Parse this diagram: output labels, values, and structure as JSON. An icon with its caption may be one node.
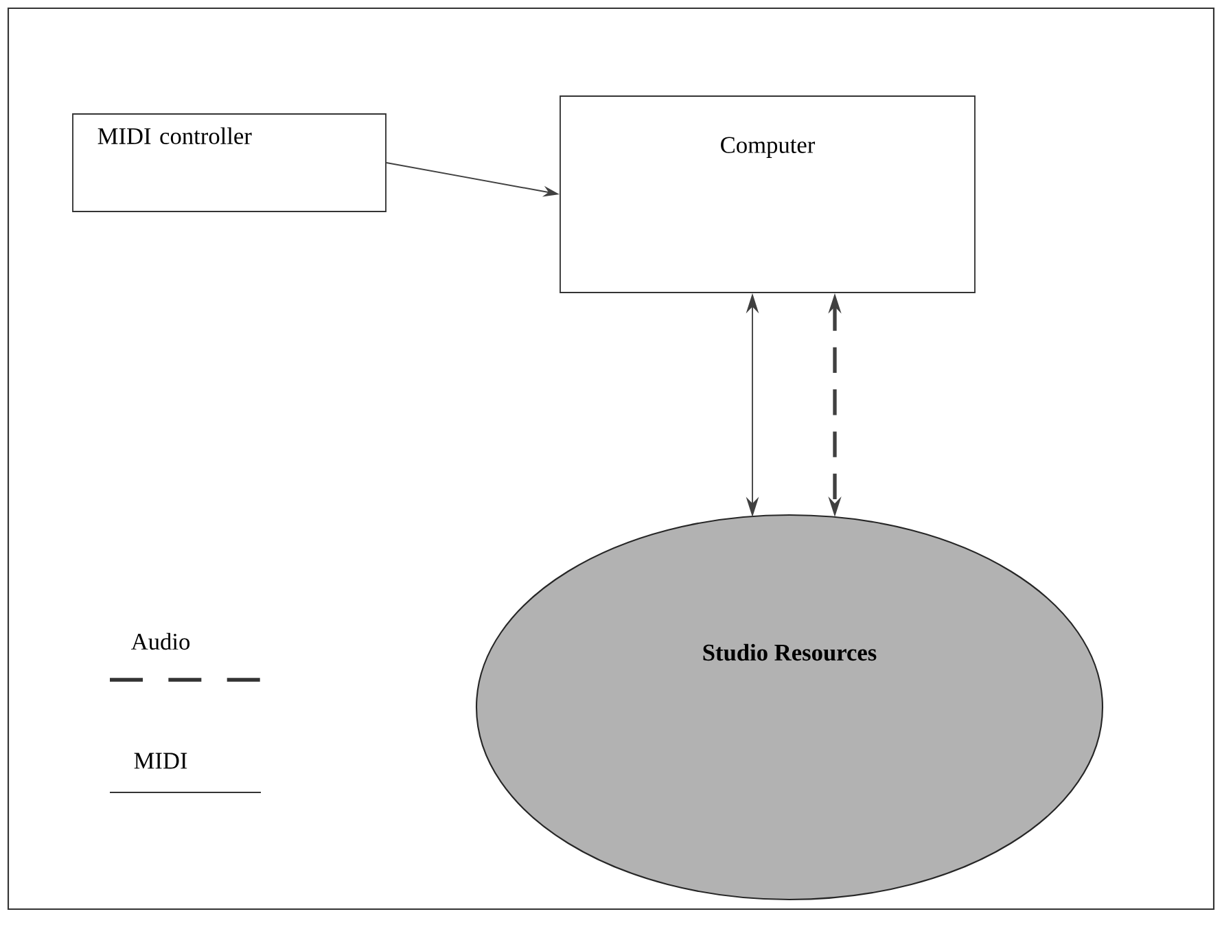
{
  "diagram": {
    "nodes": [
      {
        "text": [
          "MIDI controller"
        ]
      },
      {
        "text": [
          "Computer"
        ]
      },
      {
        "text": [
          "Studio Resources"
        ]
      }
    ],
    "edges": [
      {
        "from": 0,
        "to": 1,
        "arrow": "to"
      },
      {
        "from": 1,
        "to": 2,
        "arrow": "both"
      },
      {
        "from": 1,
        "to": 2,
        "arrow": "both",
        "style": "dashed"
      }
    ],
    "legend": [
      {
        "text": "Audio"
      },
      {
        "text": "MIDI"
      }
    ]
  }
}
